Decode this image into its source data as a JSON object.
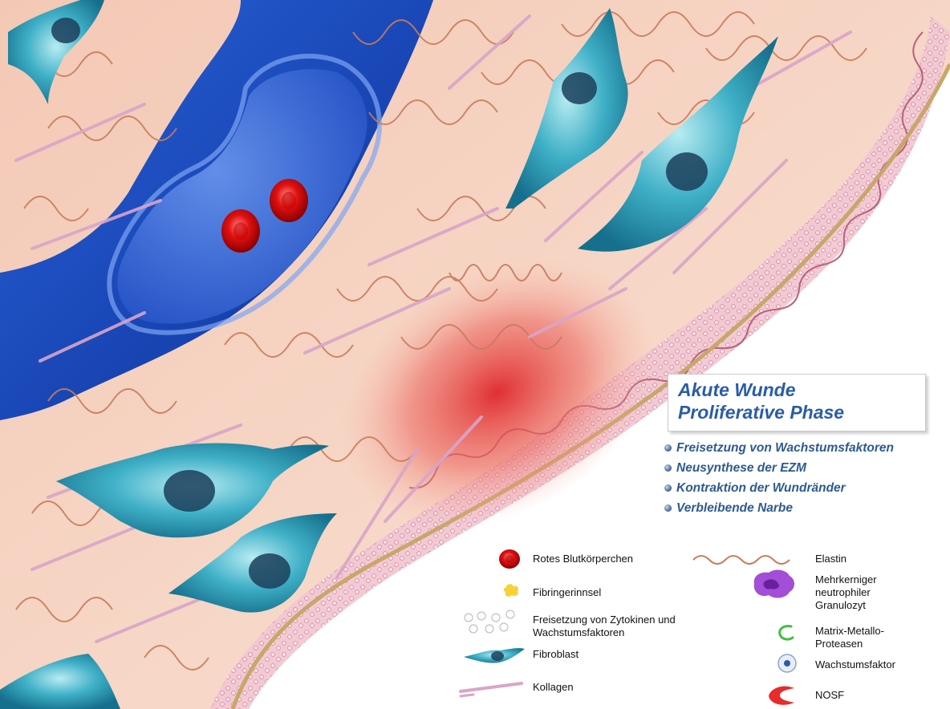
{
  "title": {
    "line1": "Akute Wunde",
    "line2": "Proliferative Phase"
  },
  "bullets": [
    "Freisetzung von Wachstumsfaktoren",
    "Neusynthese der EZM",
    "Kontraktion der Wundränder",
    "Verbleibende Narbe"
  ],
  "legend": {
    "left": [
      {
        "label": "Rotes Blutkörperchen",
        "icon": "red-blood-cell-icon"
      },
      {
        "label": "Fibringerinnsel",
        "icon": "fibrin-clot-icon"
      },
      {
        "label": "Freisetzung von Zytokinen und\nWachstumsfaktoren",
        "icon": "cytokine-release-icon"
      },
      {
        "label": "Fibroblast",
        "icon": "fibroblast-icon"
      },
      {
        "label": "Kollagen",
        "icon": "collagen-icon"
      }
    ],
    "right": [
      {
        "label": "Elastin",
        "icon": "elastin-icon"
      },
      {
        "label": "Mehrkerniger\nneutrophiler\nGranulozyt",
        "icon": "neutrophil-icon"
      },
      {
        "label": "Matrix-Metallo-\nProteasen",
        "icon": "mmp-icon"
      },
      {
        "label": "Wachstumsfaktor",
        "icon": "growth-factor-icon"
      },
      {
        "label": "NOSF",
        "icon": "nosf-icon"
      }
    ]
  },
  "colors": {
    "tissue": "#f6d3c2",
    "vessel": "#1d4fc4",
    "fibroblast": "#2b9bb8",
    "wound": "#e23b3b",
    "elastin": "#c77a5b",
    "collagen": "#d9a8c9",
    "title_text": "#2a5ca8"
  }
}
